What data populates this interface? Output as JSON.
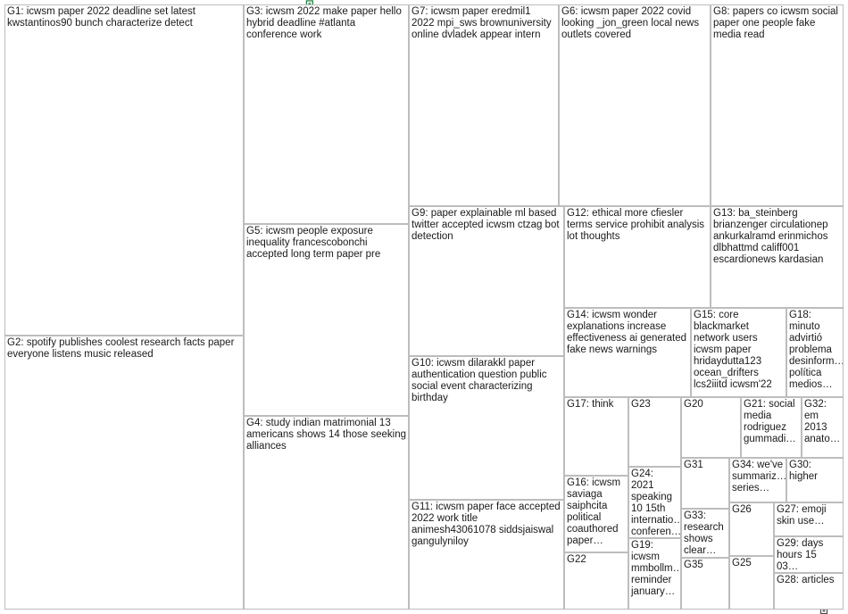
{
  "groups": [
    {
      "id": "g1",
      "label": "G1: icwsm paper 2022 deadline set latest kwstantinos90 bunch characterize detect"
    },
    {
      "id": "g2",
      "label": "G2: spotify publishes coolest research facts paper everyone listens music released"
    },
    {
      "id": "g3",
      "label": "G3: icwsm 2022 make paper hello hybrid deadline #atlanta conference work"
    },
    {
      "id": "g4",
      "label": "G4: study indian matrimonial 13 americans shows 14 those seeking alliances"
    },
    {
      "id": "g5",
      "label": "G5: icwsm people exposure inequality francescobonchi accepted long term paper pre"
    },
    {
      "id": "g6",
      "label": "G6: icwsm paper 2022 covid looking _jon_green local news outlets covered"
    },
    {
      "id": "g7",
      "label": "G7: icwsm paper eredmil1 2022 mpi_sws brownuniversity online dvladek appear intern"
    },
    {
      "id": "g8",
      "label": "G8: papers co icwsm social paper one people fake media read"
    },
    {
      "id": "g9",
      "label": "G9: paper explainable ml based twitter accepted icwsm ctzag bot detection"
    },
    {
      "id": "g10",
      "label": "G10: icwsm dilarakkl paper authentication question public social event characterizing birthday"
    },
    {
      "id": "g11",
      "label": "G11: icwsm paper face accepted 2022 work title animesh43061078 siddsjaiswal gangulyniloy"
    },
    {
      "id": "g12",
      "label": "G12: ethical more cfiesler terms service prohibit analysis lot thoughts"
    },
    {
      "id": "g13",
      "label": "G13: ba_steinberg brianzenger circulationep ankurkalramd erinmichos dlbhattmd califf001 escardionews kardasian"
    },
    {
      "id": "g14",
      "label": "G14: icwsm wonder explanations increase effectiveness ai generated fake news warnings"
    },
    {
      "id": "g15",
      "label": "G15: core blackmarket network users icwsm paper hridaydutta123 ocean_drifters lcs2iiitd icwsm'22"
    },
    {
      "id": "g16",
      "label": "G16: icwsm saviaga saiphcita political coauthored paper…"
    },
    {
      "id": "g17",
      "label": "G17: think"
    },
    {
      "id": "g18",
      "label": "G18: minuto advirtió problema desinform… política medios…"
    },
    {
      "id": "g19",
      "label": "G19: icwsm mmbollm… reminder january…"
    },
    {
      "id": "g20",
      "label": "G20"
    },
    {
      "id": "g21",
      "label": "G21: social media rodriguez gummadi…"
    },
    {
      "id": "g22",
      "label": "G22"
    },
    {
      "id": "g23",
      "label": "G23"
    },
    {
      "id": "g24",
      "label": "G24: 2021 speaking 10 15th internatio… conferen…"
    },
    {
      "id": "g25",
      "label": "G25"
    },
    {
      "id": "g26",
      "label": "G26"
    },
    {
      "id": "g27",
      "label": "G27: emoji skin use…"
    },
    {
      "id": "g28",
      "label": "G28: articles"
    },
    {
      "id": "g29",
      "label": "G29: days hours 15 03…"
    },
    {
      "id": "g30",
      "label": "G30: higher"
    },
    {
      "id": "g31",
      "label": "G31"
    },
    {
      "id": "g32",
      "label": "G32: em 2013 anato…"
    },
    {
      "id": "g33",
      "label": "G33: research shows clear…"
    },
    {
      "id": "g34",
      "label": "G34: we've summariz… series…"
    },
    {
      "id": "g35",
      "label": "G35"
    }
  ],
  "colors": {
    "g1": "#1f2f6e",
    "g2": "#2b7bb9",
    "g3": "#1e7a3a",
    "g4": "#3aa63a",
    "g5": "#b01818",
    "g6": "#d98a1c",
    "g7": "#d9a21c",
    "g8": "#9ac21c",
    "g9": "#c83a6e",
    "g10": "#6a3a8a",
    "g11": "#7a2a9a",
    "g12": "#2a4a7a",
    "g13": "#3a3a3a",
    "edge": "#9a9a9a",
    "hub_edge": "#8a2020"
  }
}
